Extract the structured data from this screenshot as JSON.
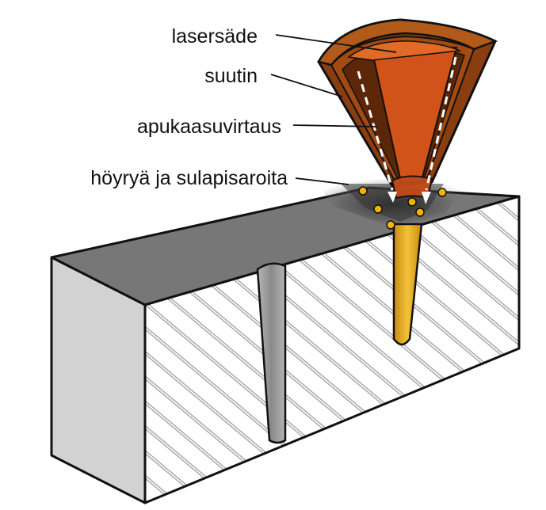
{
  "labels": {
    "laser_beam": "lasersäde",
    "nozzle": "suutin",
    "assist_gas_flow": "apukaasuvirtaus",
    "vapor_and_droplets": "höyryä ja sulapisaroita"
  },
  "colors": {
    "nozzle_outer": "#8a3e0f",
    "nozzle_inner": "#a34a10",
    "beam": "#d2531a",
    "beam_light": "#e0752a",
    "plate_top": "#767676",
    "plate_side": "#d4d4d4",
    "kerf": "#a8a8a8",
    "melt": "#e8a21c",
    "droplet": "#f0b400",
    "hatch": "#9a9a9a"
  }
}
